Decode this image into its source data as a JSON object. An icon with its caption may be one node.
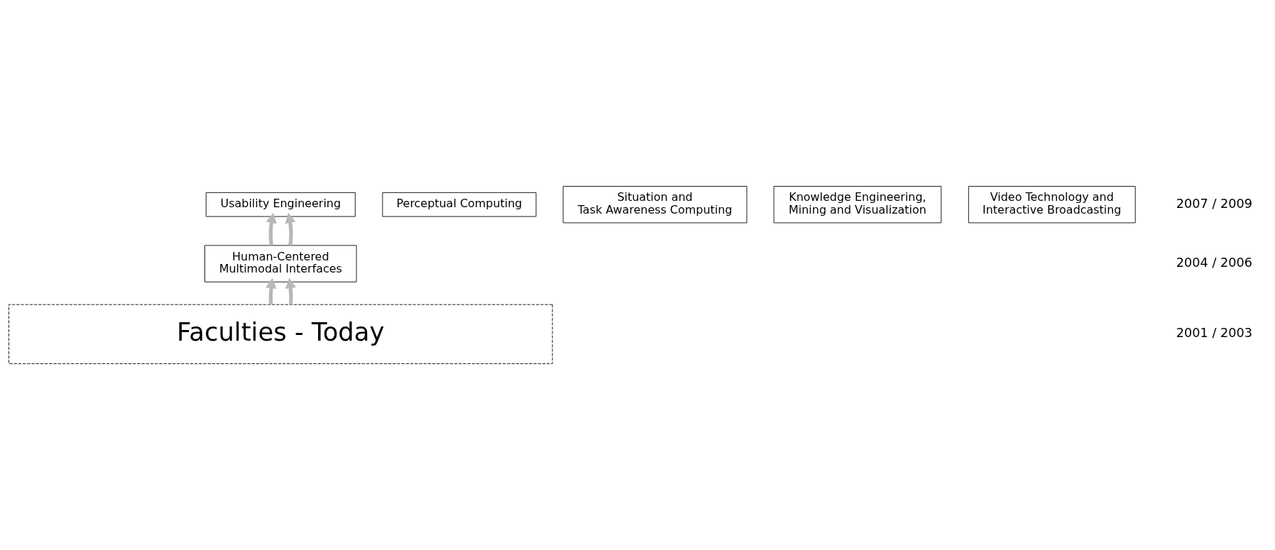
{
  "diagram": {
    "nodes": [
      {
        "text": [
          "Usability Engineering"
        ]
      },
      {
        "text": [
          "Perceptual Computing"
        ]
      },
      {
        "text": [
          "Situation and Task Awareness Computing"
        ]
      },
      {
        "text": [
          "Human-Centered Multimodal Interfaces"
        ]
      },
      {
        "text": [
          "Knowledge Engineering, Mining and Visualization"
        ]
      },
      {
        "text": [
          "Video Technology and Interactive Broadcasting"
        ]
      },
      {
        "text": [
          "Faculties - Today"
        ]
      }
    ],
    "edges": [
      {
        "from": 3,
        "to": 0,
        "arrow": "to"
      },
      {
        "from": 3,
        "to": 0,
        "arrow": "to"
      },
      {
        "from": 6,
        "to": 3,
        "arrow": "to"
      },
      {
        "from": 6,
        "to": 3,
        "arrow": "to"
      }
    ],
    "labels": [
      "2007 / 2009",
      "2004 / 2006",
      "2001 / 2003"
    ]
  }
}
